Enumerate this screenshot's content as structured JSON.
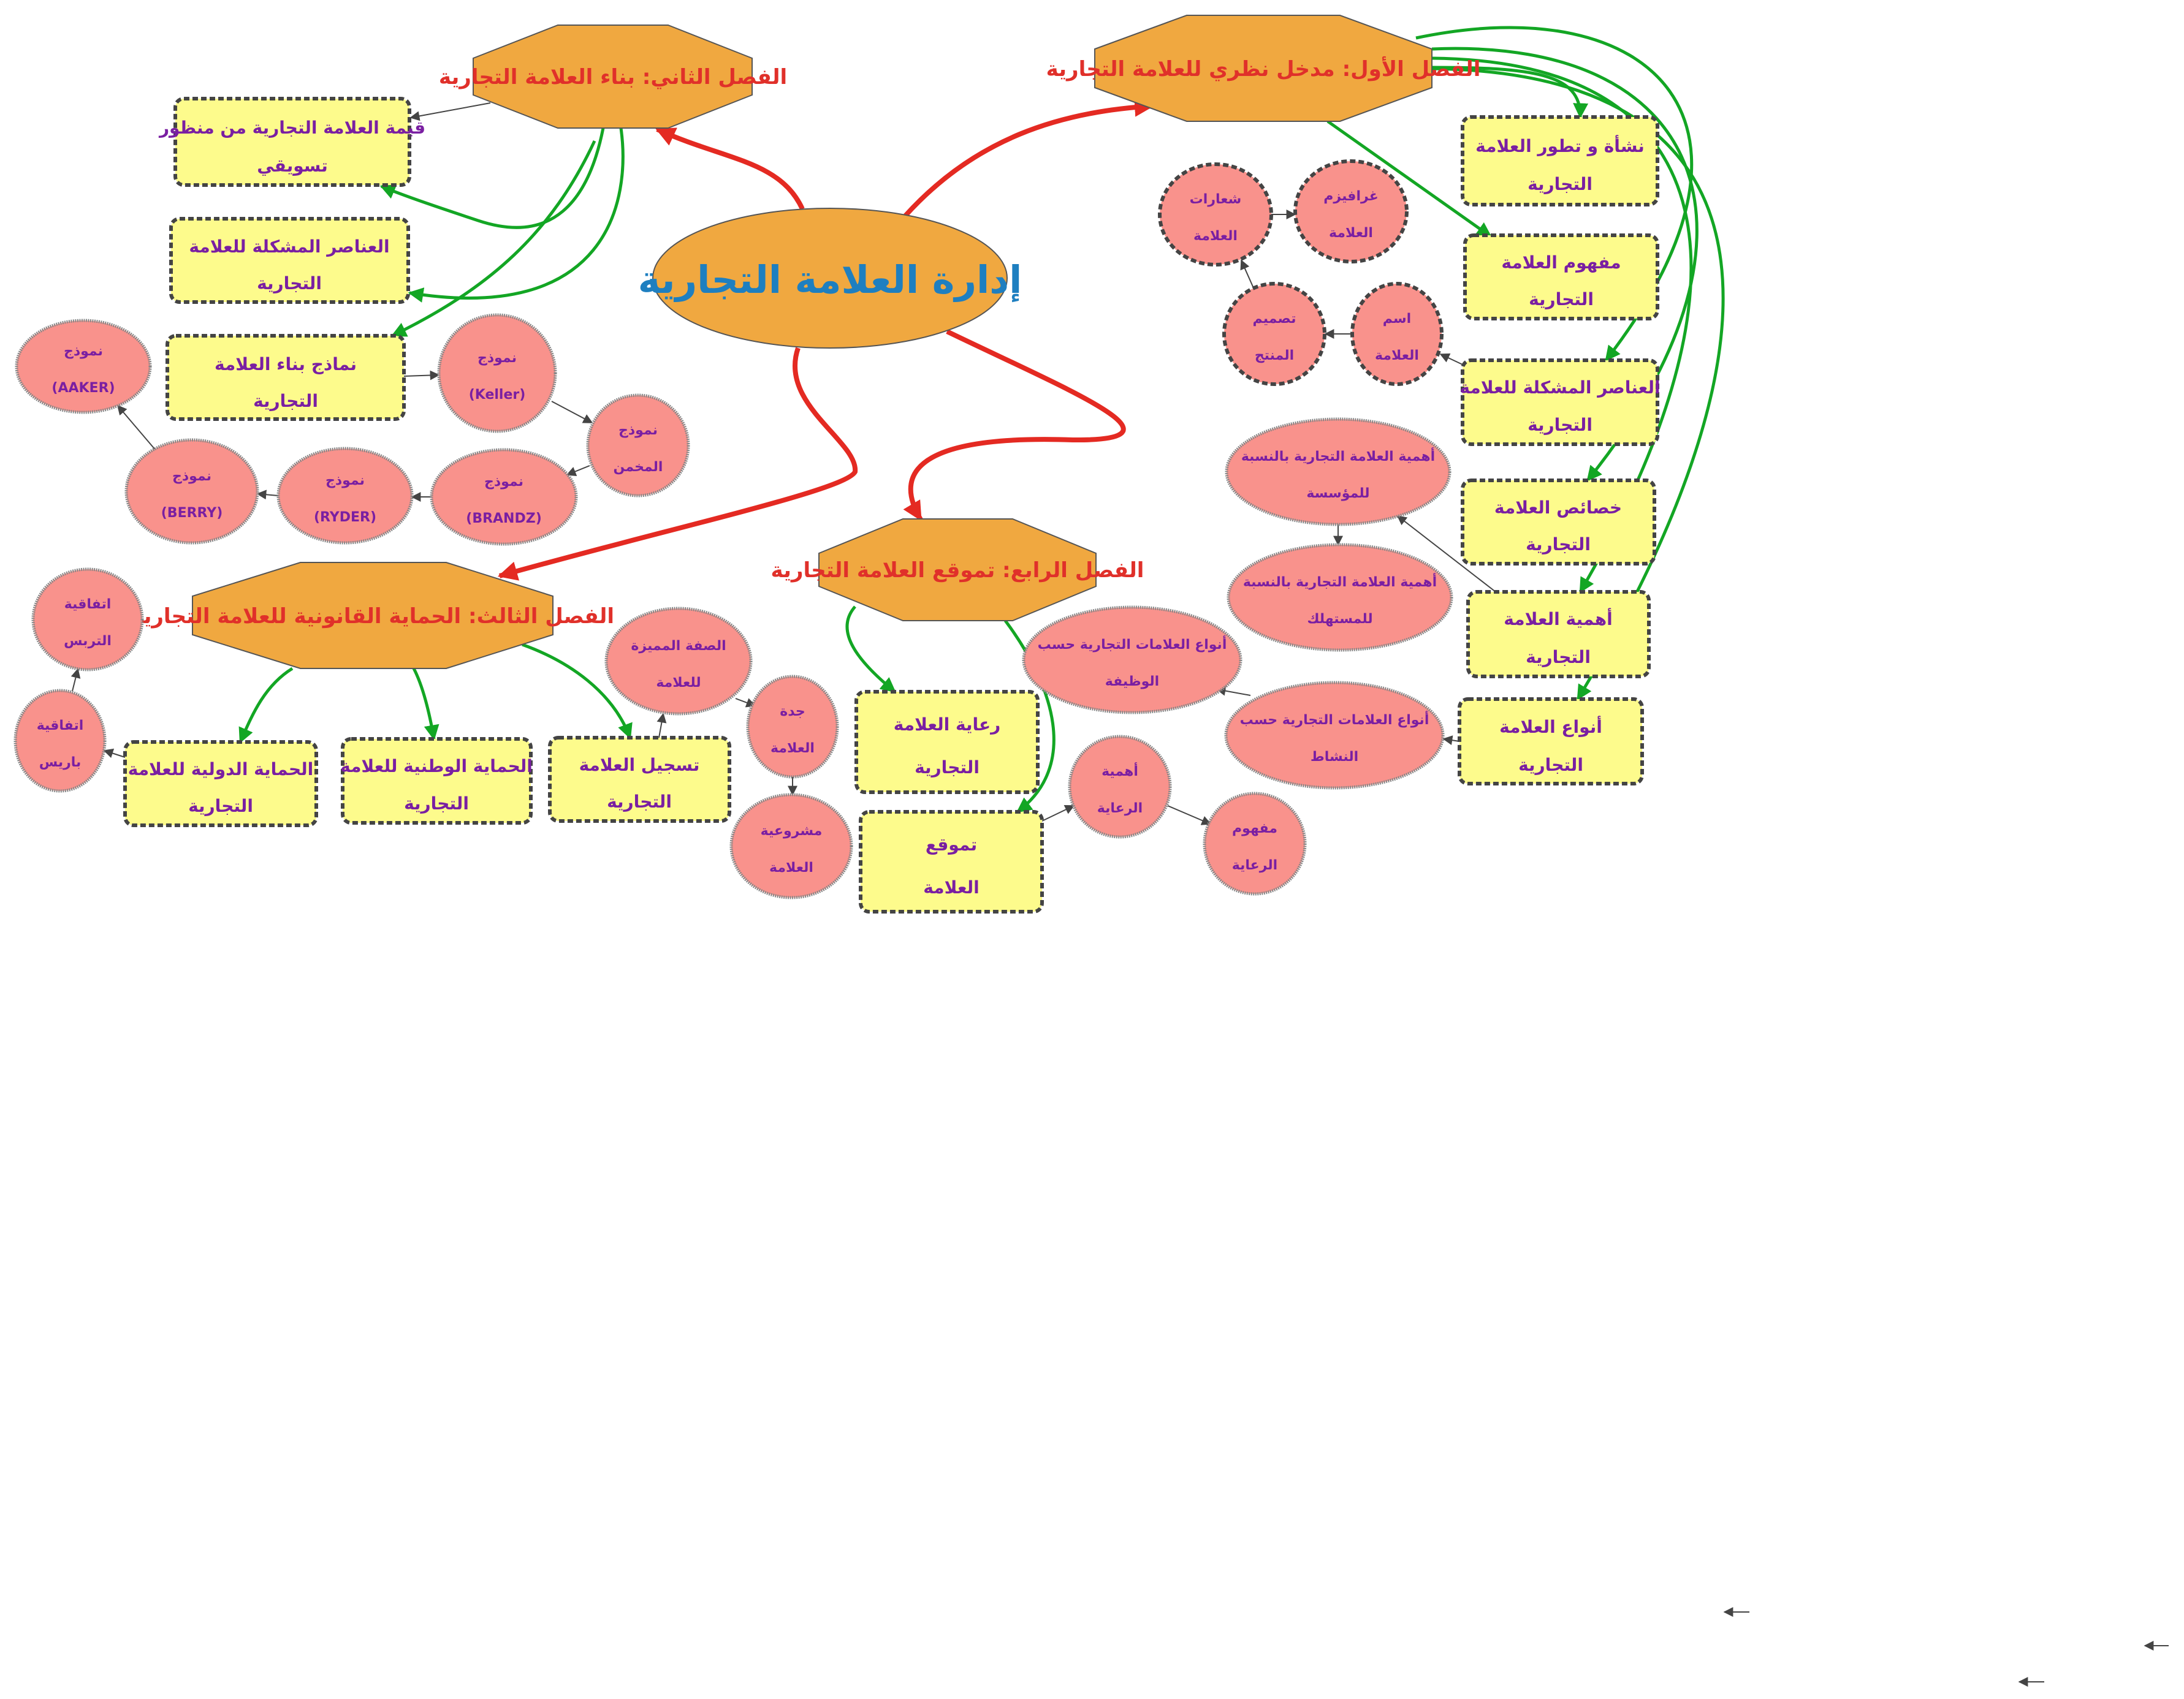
{
  "colors": {
    "chapter_fill": "#f0a840",
    "chapter_text": "#e0302a",
    "box_fill": "#fdfb8c",
    "node_fill": "#f9928c",
    "node_text": "#7a1fa2",
    "title_text": "#1e7fc0",
    "main_link": "#e42a22",
    "sub_link": "#13a624"
  },
  "center": {
    "title": "إدارة العلامة التجارية"
  },
  "chapters": {
    "ch1": "الفصل الأول: مدخل نظري للعلامة التجارية",
    "ch2": "الفصل الثاني: بناء العلامة التجارية",
    "ch3": "الفصل الثالث: الحماية القانونية للعلامة التجارية",
    "ch4": "الفصل الرابع: تموقع العلامة التجارية"
  },
  "boxes": {
    "value": [
      "قيمة العلامة التجارية من منظور",
      "تسويقي"
    ],
    "elements_left": [
      "العناصر المشكلة للعلامة",
      "التجارية"
    ],
    "models": [
      "نماذج بناء العلامة",
      "التجارية"
    ],
    "origin": [
      "نشأة و تطور العلامة",
      "التجارية"
    ],
    "concept": [
      "مفهوم العلامة",
      "التجارية"
    ],
    "elements_right": [
      "العناصر المشكلة للعلامة",
      "التجارية"
    ],
    "features": [
      "خصائص العلامة",
      "التجارية"
    ],
    "importance": [
      "أهمية العلامة",
      "التجارية"
    ],
    "types": [
      "أنواع العلامة",
      "التجارية"
    ],
    "intl": [
      "الحماية الدولية للعلامة",
      "التجارية"
    ],
    "national": [
      "الحماية الوطنية للعلامة",
      "التجارية"
    ],
    "registration": [
      "تسجيل العلامة",
      "التجارية"
    ],
    "sponsorship": [
      "رعاية العلامة",
      "التجارية"
    ],
    "positioning": [
      "تموقع",
      "العلامة"
    ]
  },
  "nodes": {
    "aaker": [
      "نموذج",
      "(AAKER)"
    ],
    "keller": [
      "نموذج",
      "(Keller)"
    ],
    "mukhamman": [
      "نموذج",
      "المخمن"
    ],
    "brandz": [
      "نموذج",
      "(BRANDZ)"
    ],
    "ryder": [
      "نموذج",
      "(RYDER)"
    ],
    "berry": [
      "نموذج",
      "(BERRY)"
    ],
    "trips": [
      "اتفاقية",
      "التربس"
    ],
    "paris": [
      "اتفاقية",
      "باريس"
    ],
    "distinctive": [
      "الصفة المميزة",
      "للعلامة"
    ],
    "novelty": [
      "جدة",
      "العلامة"
    ],
    "legitimacy": [
      "مشروعية",
      "العلامة"
    ],
    "sp_importance": [
      "أهمية",
      "الرعاية"
    ],
    "sp_concept": [
      "مفهوم",
      "الرعاية"
    ],
    "by_function": [
      "أنواع العلامات التجارية حسب",
      "الوظيفة"
    ],
    "by_activity": [
      "أنواع العلامات التجارية حسب",
      "النشاط"
    ],
    "for_institution": [
      "أهمية العلامة التجارية بالنسبة",
      "للمؤسسة"
    ],
    "for_consumer": [
      "أهمية العلامة التجارية بالنسبة",
      "للمستهلك"
    ],
    "logos": [
      "شعارات",
      "العلامة"
    ],
    "graphism": [
      "غرافيزم",
      "العلامة"
    ],
    "product_design": [
      "تصميم",
      "المنتج"
    ],
    "brand_name": [
      "اسم",
      "العلامة"
    ]
  }
}
